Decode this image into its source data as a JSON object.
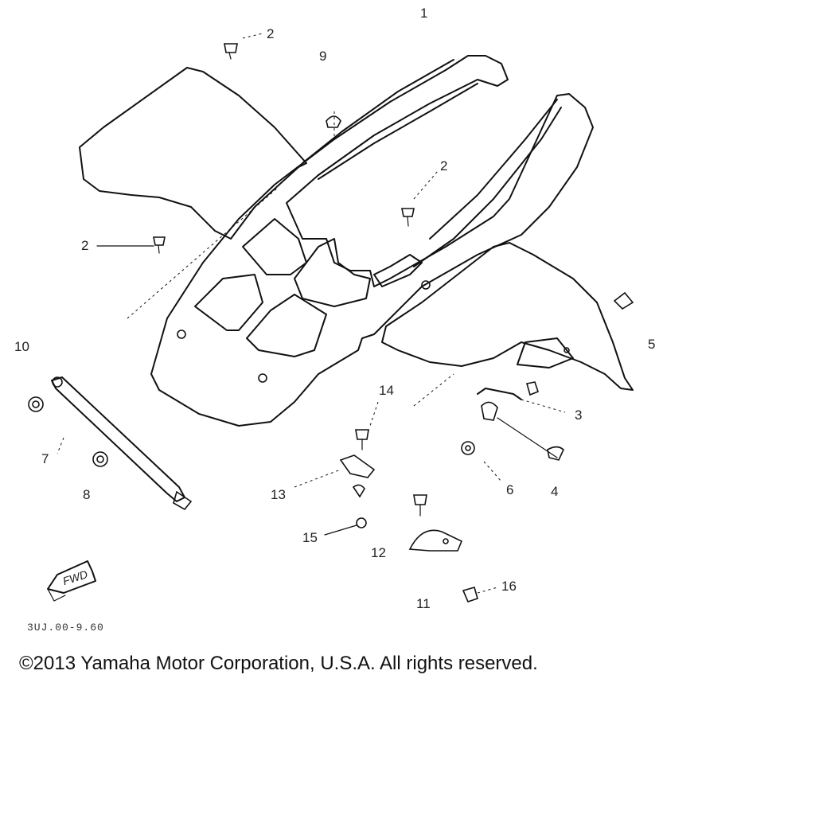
{
  "callouts": {
    "c1": "1",
    "c2a": "2",
    "c9": "9",
    "c2b": "2",
    "c2c": "2",
    "c10": "10",
    "c5": "5",
    "c14": "14",
    "c3": "3",
    "c7": "7",
    "c8": "8",
    "c13": "13",
    "c6": "6",
    "c4": "4",
    "c15": "15",
    "c12": "12",
    "c11": "11",
    "c16": "16"
  },
  "fwd_label": "FWD",
  "drawing_code": "3UJ.00-9.60",
  "copyright": "©2013 Yamaha Motor Corporation, U.S.A. All rights reserved."
}
